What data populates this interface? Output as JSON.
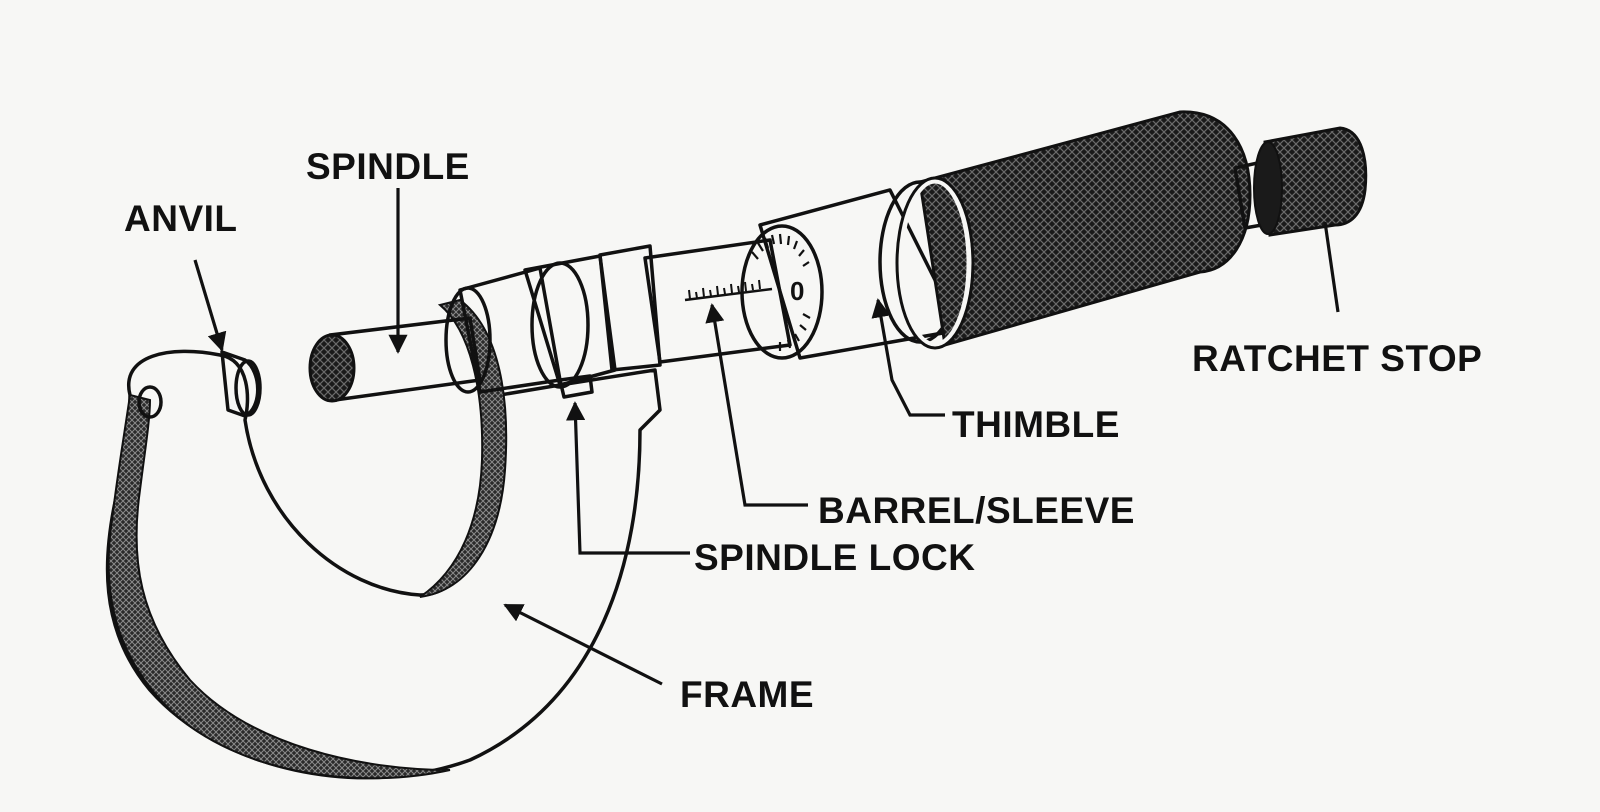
{
  "diagram": {
    "labels": {
      "spindle": "SPINDLE",
      "anvil": "ANVIL",
      "ratchet_stop": "RATCHET STOP",
      "thimble": "THIMBLE",
      "barrel_sleeve": "BARREL/SLEEVE",
      "spindle_lock": "SPINDLE LOCK",
      "frame": "FRAME"
    },
    "scale_zero": "0"
  },
  "colors": {
    "ink": "#111111",
    "paper": "#f7f7f5"
  }
}
